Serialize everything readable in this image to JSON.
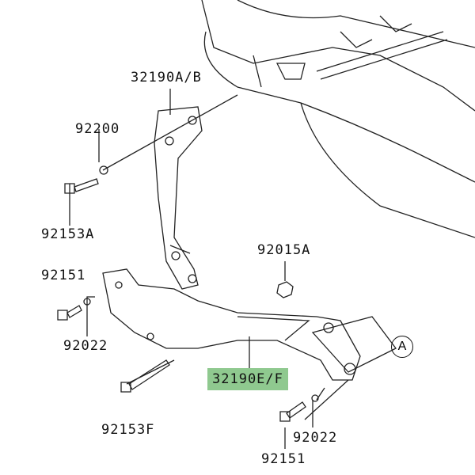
{
  "labels": {
    "p32190ab": "32190A/B",
    "p92200": "92200",
    "p92153a": "92153A",
    "p92015a": "92015A",
    "p92151_left": "92151",
    "p92022_left": "92022",
    "p32190ef": "32190E/F",
    "p92153f": "92153F",
    "p92022_right": "92022",
    "p92151_bottom": "92151",
    "ref_a": "A"
  },
  "colors": {
    "highlight": "#8fc98f",
    "line": "#111111"
  }
}
